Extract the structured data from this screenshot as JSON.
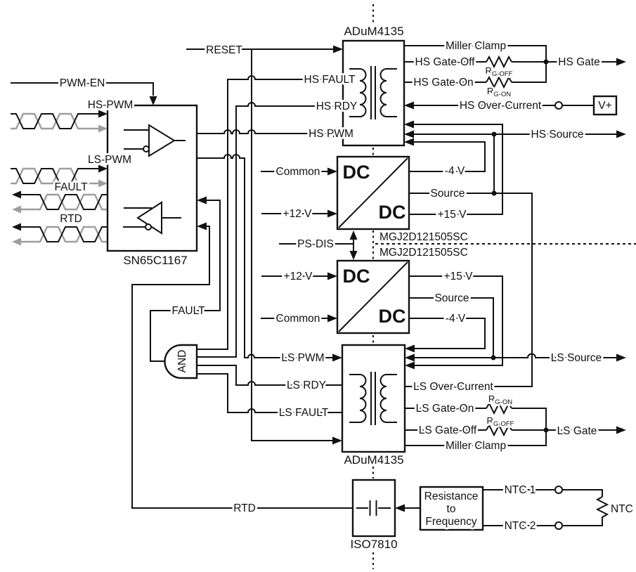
{
  "colors": {
    "line": "#111111",
    "muted_trace": "#9e9e9e",
    "background": "#ffffff"
  },
  "labels": {
    "pwm_en": "PWM-EN",
    "hs_pwm_in": "HS-PWM",
    "ls_pwm_in": "LS-PWM",
    "fault_in": "FAULT",
    "rtd_in": "RTD",
    "sn_part": "SN65C1167",
    "and_gate": "AND",
    "reset": "RESET",
    "hs_fault": "HS FAULT",
    "hs_rdy": "HS RDY",
    "hs_pwm": "HS PWM",
    "adum_hs": "ADuM4135",
    "adum_ls": "ADuM4135",
    "dc": "DC",
    "common_hs": "Common",
    "p12_hs": "+12 V",
    "ps_dis": "PS-DIS",
    "mgj_hs": "MGJ2D121505SC",
    "mgj_ls": "MGJ2D121505SC",
    "p12_ls": "+12 V",
    "common_ls": "Common",
    "ls_pwm": "LS PWM",
    "ls_rdy": "LS RDY",
    "ls_fault": "LS FAULT",
    "fault_net": "FAULT",
    "miller_hs": "Miller Clamp",
    "hs_gate_off": "HS Gate-Off",
    "hs_gate_on": "HS Gate-On",
    "hs_gate": "HS Gate",
    "hs_over_current": "HS Over-Current",
    "v_plus": "V+",
    "hs_source": "HS Source",
    "n4_hs": "-4 V",
    "source_hs": "Source",
    "p15_hs": "+15 V",
    "p15_ls": "+15 V",
    "source_ls": "Source",
    "n4_ls": "-4 V",
    "ls_source": "LS Source",
    "ls_over_current": "LS Over-Current",
    "ls_gate_on": "LS Gate-On",
    "ls_gate_off": "LS Gate-Off",
    "ls_gate": "LS Gate",
    "miller_ls": "Miller Clamp",
    "rtd_net": "RTD",
    "iso_part": "ISO7810",
    "r2f_line1": "Resistance",
    "r2f_line2": "to",
    "r2f_line3": "Frequency",
    "ntc1": "NTC 1",
    "ntc2": "NTC 2",
    "ntc": "NTC",
    "r_base": "R",
    "r_sub_goff": "G-OFF",
    "r_sub_gon": "G-ON"
  }
}
